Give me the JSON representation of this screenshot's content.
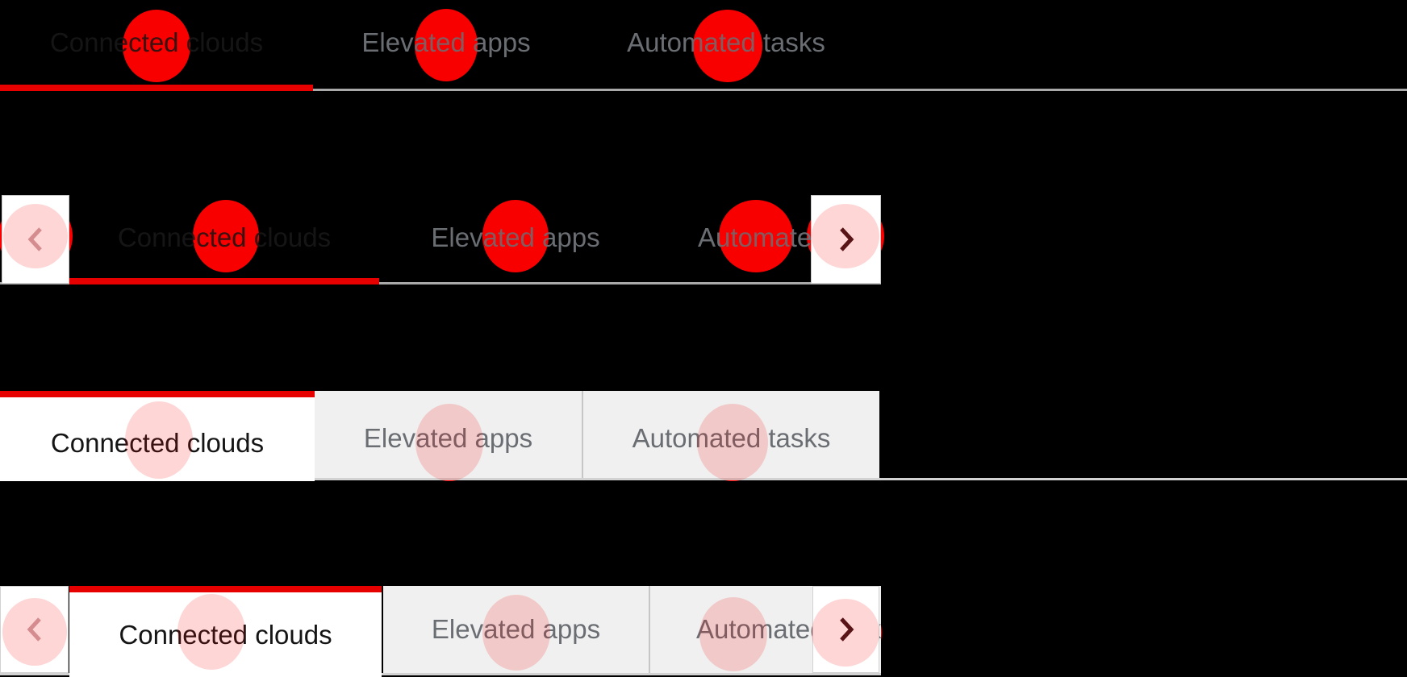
{
  "colors": {
    "accent_red": "#e60000",
    "dot_red": "#fa0000",
    "dot_pink": "rgba(250,0,0,0.16)",
    "active_text": "#151515",
    "inactive_text": "#6a6e73",
    "box_tab_bg": "#f0f0f0",
    "border_gray": "#d2d2d2"
  },
  "demos": [
    {
      "name": "underline tabs",
      "tabs": [
        {
          "label": "Connected clouds",
          "active": true
        },
        {
          "label": "Elevated apps",
          "active": false
        },
        {
          "label": "Automated tasks",
          "active": false
        }
      ]
    },
    {
      "name": "underline tabs with scroll buttons",
      "tabs": [
        {
          "label": "Connected clouds",
          "active": true
        },
        {
          "label": "Elevated apps",
          "active": false
        },
        {
          "label": "Automated tasks",
          "active": false,
          "truncated": true
        }
      ],
      "scroll_buttons": {
        "left_icon": "chevron-left",
        "left_disabled": true,
        "right_icon": "chevron-right",
        "right_disabled": false
      }
    },
    {
      "name": "box tabs",
      "tabs": [
        {
          "label": "Connected clouds",
          "active": true
        },
        {
          "label": "Elevated apps",
          "active": false
        },
        {
          "label": "Automated tasks",
          "active": false
        }
      ]
    },
    {
      "name": "box tabs with scroll buttons",
      "tabs": [
        {
          "label": "Connected clouds",
          "active": true
        },
        {
          "label": "Elevated apps",
          "active": false
        },
        {
          "label": "Automated tasks",
          "active": false,
          "truncated": true
        }
      ],
      "scroll_buttons": {
        "left_icon": "chevron-left",
        "left_disabled": true,
        "right_icon": "chevron-right",
        "right_disabled": false
      }
    }
  ]
}
